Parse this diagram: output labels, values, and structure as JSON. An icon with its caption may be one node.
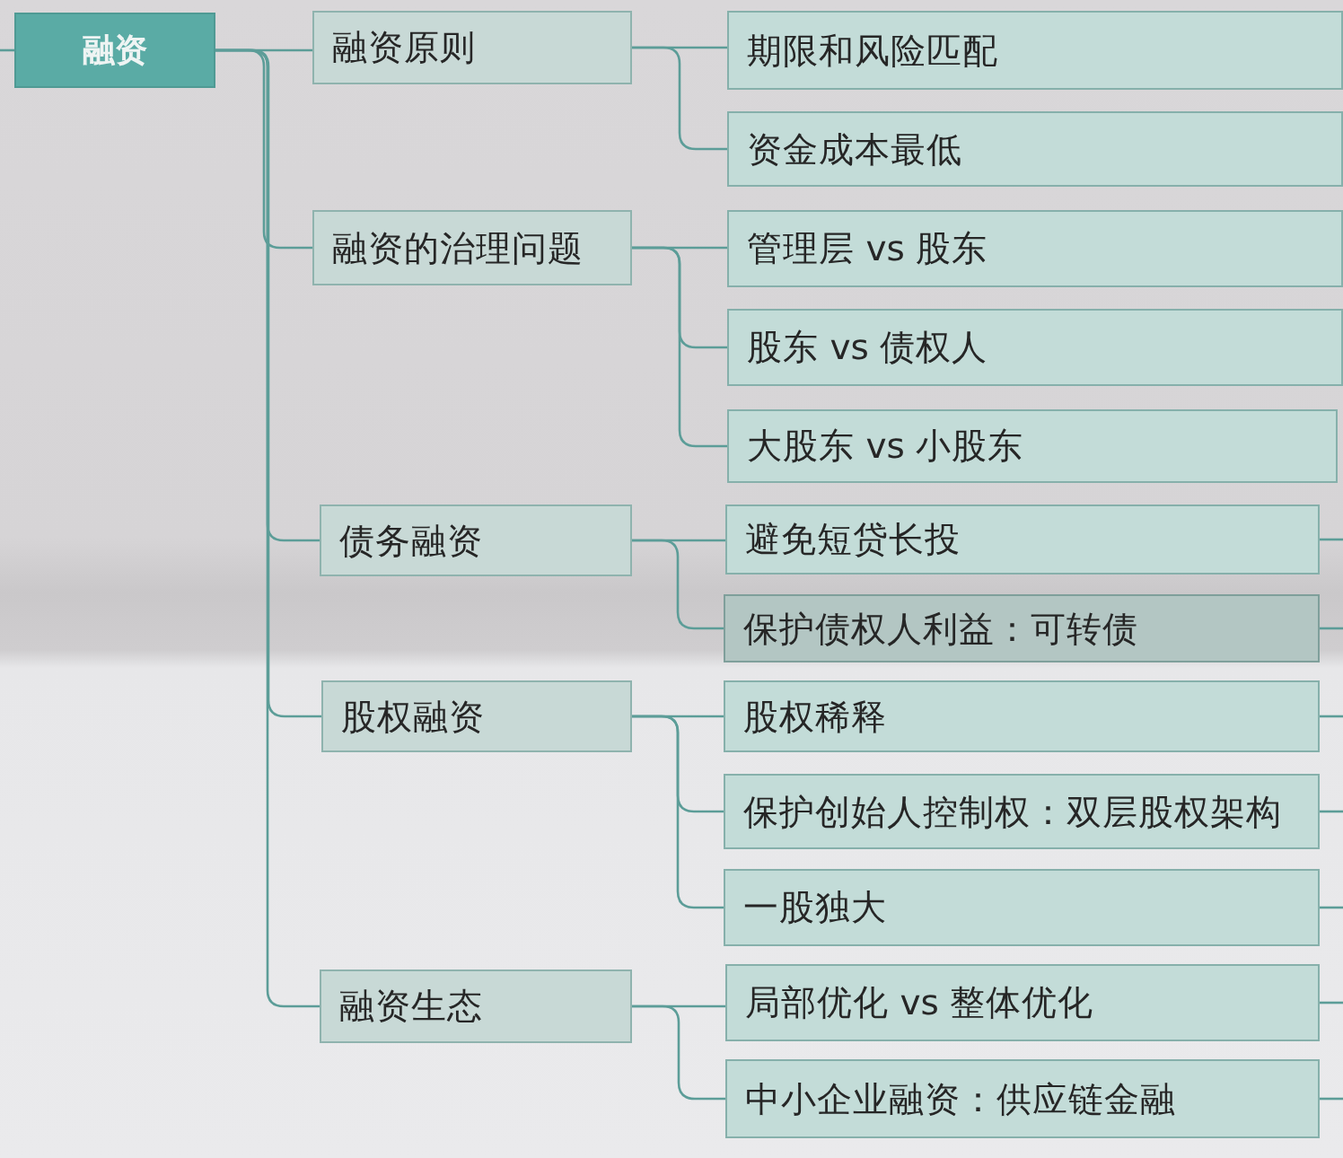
{
  "diagram": {
    "nodes": [
      {
        "text": [
          "融资"
        ]
      },
      {
        "text": [
          "融资原则"
        ]
      },
      {
        "text": [
          "期限和风险匹配"
        ]
      },
      {
        "text": [
          "资金成本最低"
        ]
      },
      {
        "text": [
          "融资的治理问题"
        ]
      },
      {
        "text": [
          "管理层 vs 股东"
        ]
      },
      {
        "text": [
          "股东 vs 债权人"
        ]
      },
      {
        "text": [
          "大股东 vs 小股东"
        ]
      },
      {
        "text": [
          "债务融资"
        ]
      },
      {
        "text": [
          "避免短贷长投"
        ]
      },
      {
        "text": [
          "保护债权人利益：可转债"
        ]
      },
      {
        "text": [
          "股权融资"
        ]
      },
      {
        "text": [
          "股权稀释"
        ]
      },
      {
        "text": [
          "保护创始人控制权：双层股权架构"
        ]
      },
      {
        "text": [
          "一股独大"
        ]
      },
      {
        "text": [
          "融资生态"
        ]
      },
      {
        "text": [
          "局部优化 vs 整体优化"
        ]
      },
      {
        "text": [
          "中小企业融资：供应链金融"
        ]
      }
    ],
    "edges": [
      {
        "from": 0,
        "to": 1,
        "arrow": "none"
      },
      {
        "from": 0,
        "to": 4,
        "arrow": "none"
      },
      {
        "from": 0,
        "to": 8,
        "arrow": "none"
      },
      {
        "from": 0,
        "to": 11,
        "arrow": "none"
      },
      {
        "from": 0,
        "to": 15,
        "arrow": "none"
      },
      {
        "from": 1,
        "to": 2,
        "arrow": "none"
      },
      {
        "from": 1,
        "to": 3,
        "arrow": "none"
      },
      {
        "from": 4,
        "to": 5,
        "arrow": "none"
      },
      {
        "from": 4,
        "to": 6,
        "arrow": "none"
      },
      {
        "from": 4,
        "to": 7,
        "arrow": "none"
      },
      {
        "from": 8,
        "to": 9,
        "arrow": "none"
      },
      {
        "from": 8,
        "to": 10,
        "arrow": "none"
      },
      {
        "from": 11,
        "to": 12,
        "arrow": "none"
      },
      {
        "from": 11,
        "to": 13,
        "arrow": "none"
      },
      {
        "from": 11,
        "to": 14,
        "arrow": "none"
      },
      {
        "from": 15,
        "to": 16,
        "arrow": "none"
      },
      {
        "from": 15,
        "to": 17,
        "arrow": "none"
      },
      {
        "from": null,
        "to": 0,
        "arrow": "none"
      },
      {
        "from": 9,
        "to": null,
        "arrow": "none"
      },
      {
        "from": 10,
        "to": null,
        "arrow": "none"
      },
      {
        "from": 12,
        "to": null,
        "arrow": "none"
      },
      {
        "from": 13,
        "to": null,
        "arrow": "none"
      },
      {
        "from": 14,
        "to": null,
        "arrow": "none"
      },
      {
        "from": 16,
        "to": null,
        "arrow": "none"
      },
      {
        "from": 17,
        "to": null,
        "arrow": "none"
      }
    ]
  }
}
